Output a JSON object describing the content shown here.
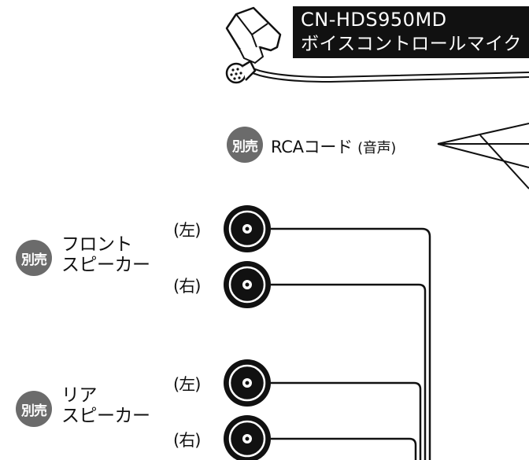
{
  "microphone": {
    "model": "CN-HDS950MD",
    "name": "ボイスコントロールマイク"
  },
  "rca_cord": {
    "badge": "別売",
    "label": "RCAコード",
    "detail": "(音声)"
  },
  "front_speaker": {
    "badge": "別売",
    "name_line1": "フロント",
    "name_line2": "スピーカー",
    "left_label": "(左)",
    "right_label": "(右)"
  },
  "rear_speaker": {
    "badge": "別売",
    "name_line1": "リア",
    "name_line2": "スピーカー",
    "left_label": "(左)",
    "right_label": "(右)"
  },
  "colors": {
    "badge": "#6b6b6b",
    "label_box": "#111111",
    "line": "#111111"
  }
}
